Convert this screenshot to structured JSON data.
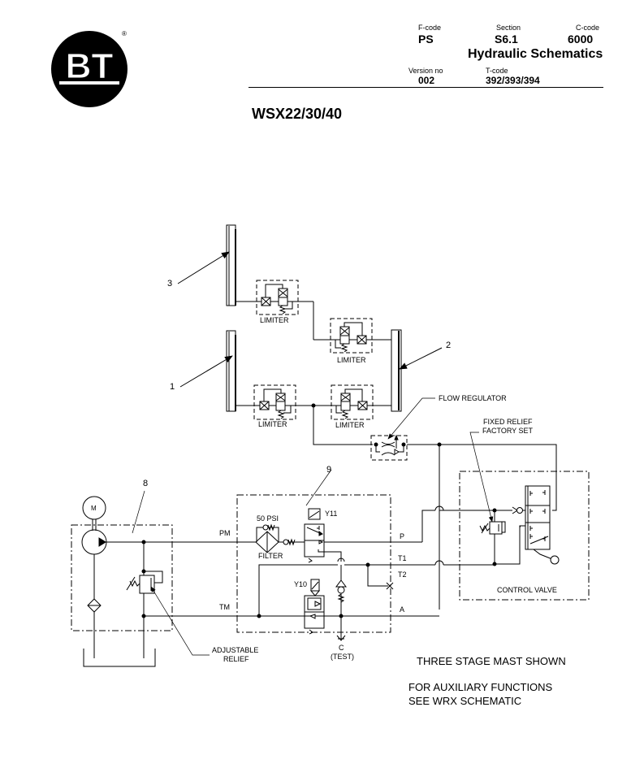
{
  "header": {
    "logo_text": "BT",
    "registered_mark": "®",
    "fcode_label": "F-code",
    "fcode_value": "PS",
    "section_label": "Section",
    "section_value": "S6.1",
    "ccode_label": "C-code",
    "ccode_value": "6000",
    "doc_title": "Hydraulic Schematics",
    "version_label": "Version no",
    "version_value": "002",
    "tcode_label": "T-code",
    "tcode_value": "392/393/394"
  },
  "model_title": "WSX22/30/40",
  "diagram": {
    "callouts": {
      "c1": "1",
      "c2": "2",
      "c3": "3",
      "c8": "8",
      "c9": "9"
    },
    "labels": {
      "limiter": "LIMITER",
      "flow_regulator": "FLOW REGULATOR",
      "fixed_relief_1": "FIXED RELIEF",
      "fixed_relief_2": "FACTORY SET",
      "motor": "M",
      "pm": "PM",
      "tm": "TM",
      "psi": "50 PSI",
      "filter": "FILTER",
      "y11": "Y11",
      "y10": "Y10",
      "p": "P",
      "t1": "T1",
      "t2": "T2",
      "a": "A",
      "c": "C",
      "test": "(TEST)",
      "adjustable_1": "ADJUSTABLE",
      "adjustable_2": "RELIEF",
      "control_valve": "CONTROL VALVE"
    }
  },
  "notes": {
    "line1": "THREE STAGE MAST SHOWN",
    "line2": "FOR AUXILIARY FUNCTIONS",
    "line3": "SEE WRX SCHEMATIC"
  }
}
